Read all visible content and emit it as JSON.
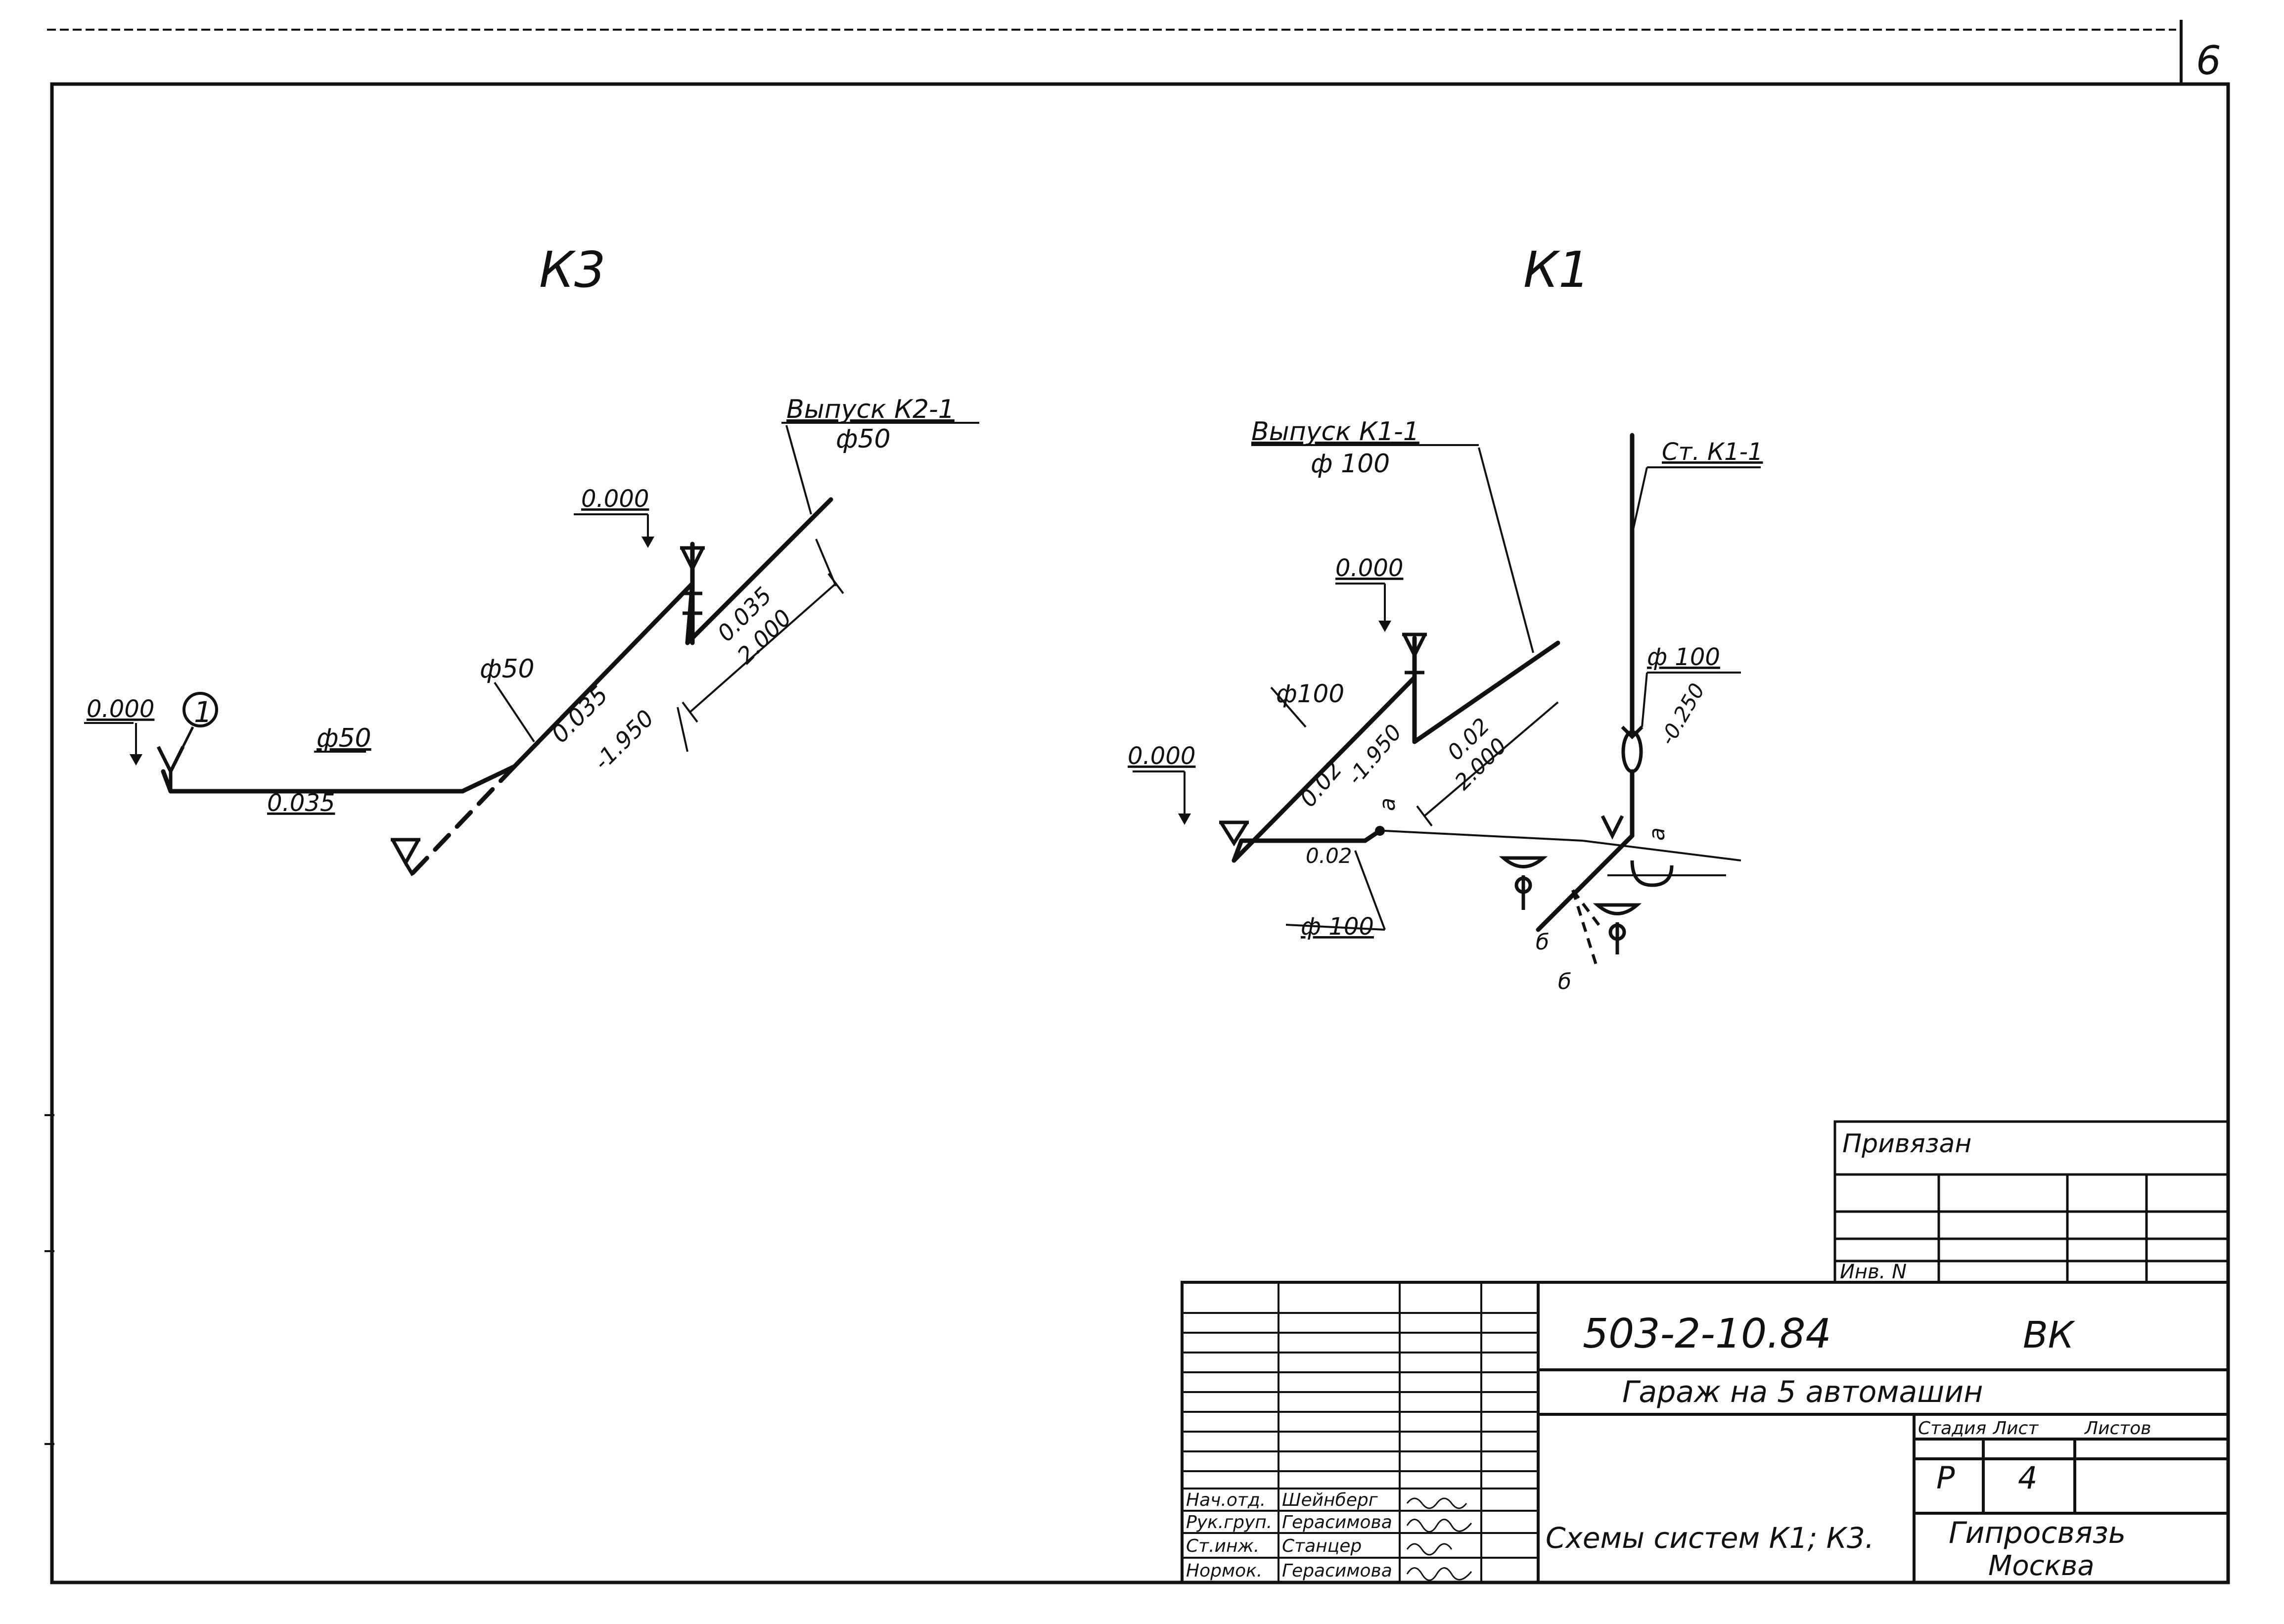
{
  "sheet": {
    "page_number": "6"
  },
  "k3": {
    "title": "К3",
    "outlet_label": "Выпуск К2-1",
    "outlet_diameter": "ф50",
    "mark_top": "0.000",
    "mark_left": "0.000",
    "node_number": "1",
    "dia_horizontal": "ф50",
    "slope_horizontal": "0.035",
    "dia_diagonal": "ф50",
    "slope_diagonal": "0.035",
    "mark_depth": "-1.950",
    "slope_outlet": "0.035",
    "length_outlet": "2.000"
  },
  "k1": {
    "title": "К1",
    "outlet_label": "Выпуск К1-1",
    "outlet_diameter": "ф 100",
    "riser_label": "Ст. К1-1",
    "mark_upper": "0.000",
    "mark_left": "0.000",
    "dia_main": "ф100",
    "slope_main": "0.02",
    "mark_depth": "-1.950",
    "slope_outlet": "0.02",
    "length_outlet": "2.000",
    "slope_bottom": "0.02",
    "dia_bottom": "ф 100",
    "dia_riser": "ф 100",
    "mark_riser": "-0.250",
    "letter_a1": "а",
    "letter_a2": "а",
    "letter_b1": "б",
    "letter_b2": "б"
  },
  "attachment_block": {
    "title": "Привязан",
    "inventory": "Инв. N"
  },
  "title_block": {
    "doc_code": "503-2-10.84",
    "section": "ВК",
    "object_name": "Гараж на 5 автомашин",
    "sheet_name": "Схемы систем К1; К3.",
    "stage_header": "Стадия",
    "sheet_header": "Лист",
    "sheets_header": "Листов",
    "stage": "Р",
    "sheet": "4",
    "sheets": "",
    "organization": "Гипросвязь",
    "city": "Москва",
    "staff": [
      {
        "role": "Нач.отд.",
        "name": "Шейнберг"
      },
      {
        "role": "Рук.груп.",
        "name": "Герасимова"
      },
      {
        "role": "Ст.инж.",
        "name": "Станцер"
      },
      {
        "role": "Нормок.",
        "name": "Герасимова"
      }
    ]
  }
}
